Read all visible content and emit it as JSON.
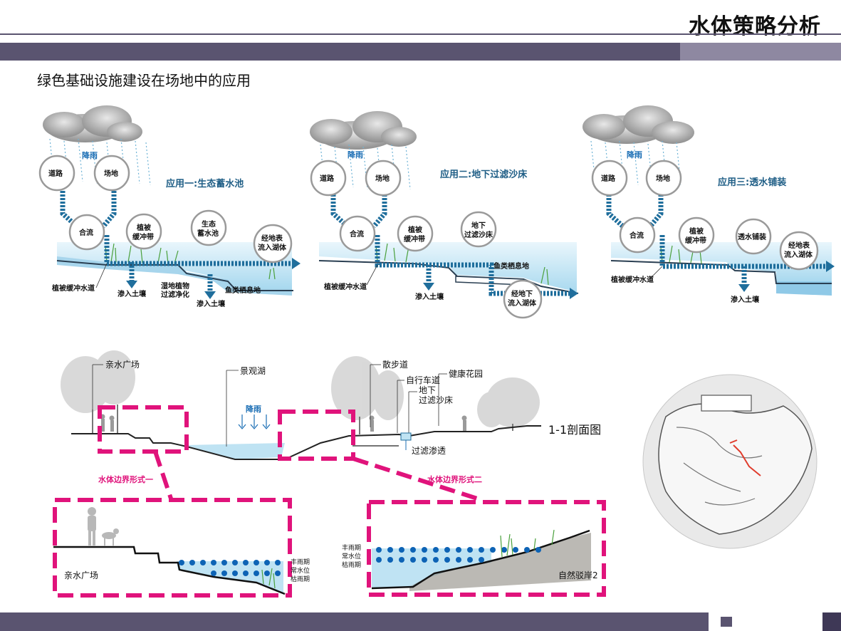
{
  "header": {
    "title": "水体策略分析",
    "subtitle": "绿色基础设施建设在场地中的应用"
  },
  "colors": {
    "band": "#5a5470",
    "band_light": "#8e88a1",
    "water": "#bfe3f3",
    "arrow_blue": "#1f6e9c",
    "magenta": "#e0137b"
  },
  "apps": [
    {
      "title": "应用一:生态蓄水池",
      "rain": "降雨",
      "road": "道路",
      "site": "场地",
      "merge": "合流",
      "veg_strip": [
        "植被",
        "缓冲带"
      ],
      "mid": [
        "生态",
        "蓄水池"
      ],
      "runoff": [
        "经地表",
        "流入湖体"
      ],
      "bottom_left": "植被缓冲水道",
      "infiltrate": "渗入土壤",
      "filter": [
        "湿地植物",
        "过滤净化"
      ],
      "infiltrate2": "渗入土壤",
      "habitat": "鱼类栖息地"
    },
    {
      "title": "应用二:地下过滤沙床",
      "rain": "降雨",
      "road": "道路",
      "site": "场地",
      "merge": "合流",
      "veg_strip": [
        "植被",
        "缓冲带"
      ],
      "mid": [
        "地下",
        "过滤沙床"
      ],
      "habitat": "鱼类栖息地",
      "bottom_left": "植被缓冲水道",
      "infiltrate": "渗入土壤",
      "runoff": [
        "经地下",
        "流入湖体"
      ]
    },
    {
      "title": "应用三:透水铺装",
      "rain": "降雨",
      "road": "道路",
      "site": "场地",
      "merge": "合流",
      "veg_strip": [
        "植被",
        "缓冲带"
      ],
      "mid": [
        "透水铺装"
      ],
      "runoff": [
        "经地表",
        "流入湖体"
      ],
      "bottom_left": "植被缓冲水道",
      "infiltrate": "渗入土壤"
    }
  ],
  "section": {
    "plaza": "亲水广场",
    "lake": "景观湖",
    "rain": "降雨",
    "walkway": "散步道",
    "bike": "自行车道",
    "underground": [
      "地下",
      "过滤沙床"
    ],
    "garden": "健康花园",
    "section_name": "1-1剖面图",
    "filter_seep": "过滤渗透",
    "boundary1": "水体边界形式一",
    "boundary2": "水体边界形式二"
  },
  "detail1": {
    "label": "亲水广场",
    "levels": [
      "丰雨期",
      "常水位",
      "枯雨期"
    ]
  },
  "detail2": {
    "label": "自然驳岸2",
    "levels": [
      "丰雨期",
      "常水位",
      "枯雨期"
    ]
  }
}
